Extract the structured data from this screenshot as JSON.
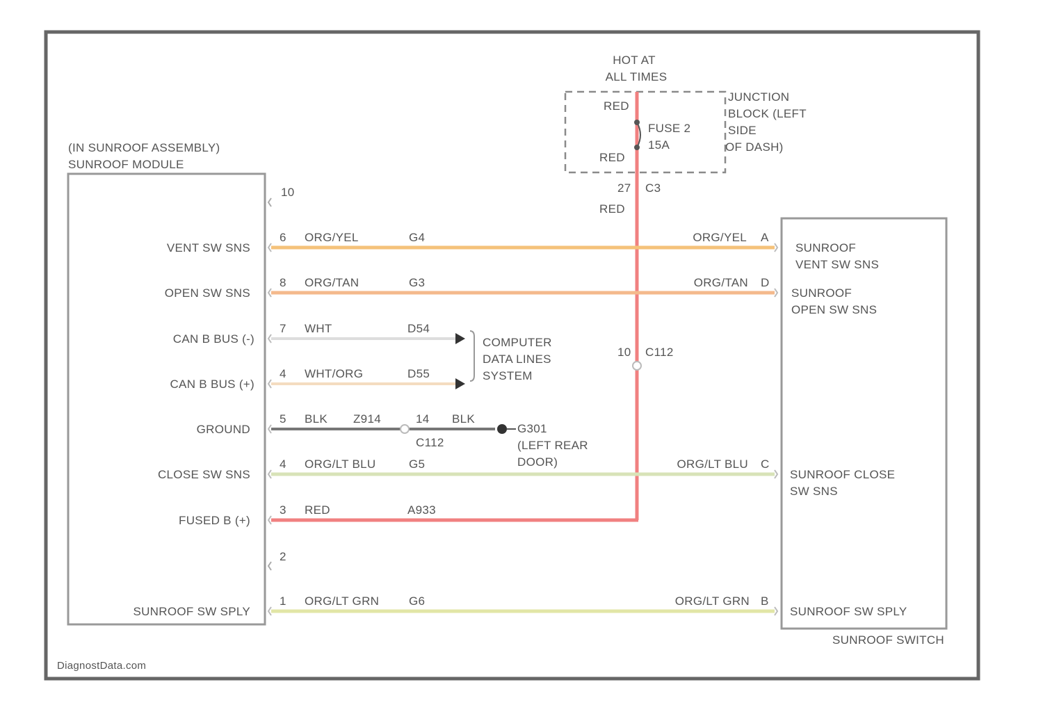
{
  "power_header": [
    "HOT AT",
    "ALL TIMES"
  ],
  "junction_block": {
    "label": [
      "JUNCTION",
      "BLOCK (LEFT",
      "SIDE",
      "OF DASH)"
    ],
    "fuse_label": [
      "FUSE 2",
      "15A"
    ],
    "wire_top": "RED",
    "wire_bottom": "RED",
    "connector": "27",
    "connector_id": "C3",
    "wire_out": "RED"
  },
  "module": {
    "title": [
      "(IN SUNROOF ASSEMBLY)",
      "SUNROOF MODULE"
    ],
    "unused_pin_top": "10",
    "unused_pin_bottom": "2"
  },
  "switch": {
    "caption": "SUNROOF SWITCH"
  },
  "circuits": [
    {
      "pin": "6",
      "module_label": "VENT SW SNS",
      "color": "ORG/YEL",
      "circuit": "G4",
      "switch_color": "ORG/YEL",
      "switch_pin": "A",
      "switch_label": [
        "SUNROOF",
        "VENT SW SNS"
      ],
      "hex": "#f5c27a"
    },
    {
      "pin": "8",
      "module_label": "OPEN SW SNS",
      "color": "ORG/TAN",
      "circuit": "G3",
      "switch_color": "ORG/TAN",
      "switch_pin": "D",
      "switch_label": [
        "SUNROOF",
        "OPEN SW SNS"
      ],
      "hex": "#f4b98c"
    },
    {
      "pin": "7",
      "module_label": "CAN B BUS (-)",
      "color": "WHT",
      "circuit": "D54",
      "hex": "#dddddd"
    },
    {
      "pin": "4",
      "module_label": "CAN B BUS (+)",
      "color": "WHT/ORG",
      "circuit": "D55",
      "hex": "#f4dcc0"
    },
    {
      "pin": "5",
      "module_label": "GROUND",
      "color": "BLK",
      "circuit": "Z914",
      "hex": "#777777"
    },
    {
      "pin": "4",
      "module_label": "CLOSE SW SNS",
      "color": "ORG/LT BLU",
      "circuit": "G5",
      "switch_color": "ORG/LT BLU",
      "switch_pin": "C",
      "switch_label": [
        "SUNROOF CLOSE",
        "SW SNS"
      ],
      "hex": "#d8e3b8"
    },
    {
      "pin": "3",
      "module_label": "FUSED B (+)",
      "color": "RED",
      "circuit": "A933",
      "hex": "#f08080"
    },
    {
      "pin": "1",
      "module_label": "SUNROOF SW SPLY",
      "color": "ORG/LT GRN",
      "circuit": "G6",
      "switch_color": "ORG/LT GRN",
      "switch_pin": "B",
      "switch_label": [
        "SUNROOF SW SPLY"
      ],
      "hex": "#e2e6a6"
    }
  ],
  "data_lines": [
    "COMPUTER",
    "DATA LINES",
    "SYSTEM"
  ],
  "ground": {
    "pin": "14",
    "color": "BLK",
    "connector": "C112",
    "label": [
      "G301",
      "(LEFT REAR",
      "DOOR)"
    ]
  },
  "red_splice": {
    "pin": "10",
    "connector": "C112"
  },
  "watermark": "DiagnostData.com",
  "colors": {
    "red_wire": "#f08080",
    "frame": "#666666",
    "box_border": "#999999",
    "text": "#555555"
  }
}
